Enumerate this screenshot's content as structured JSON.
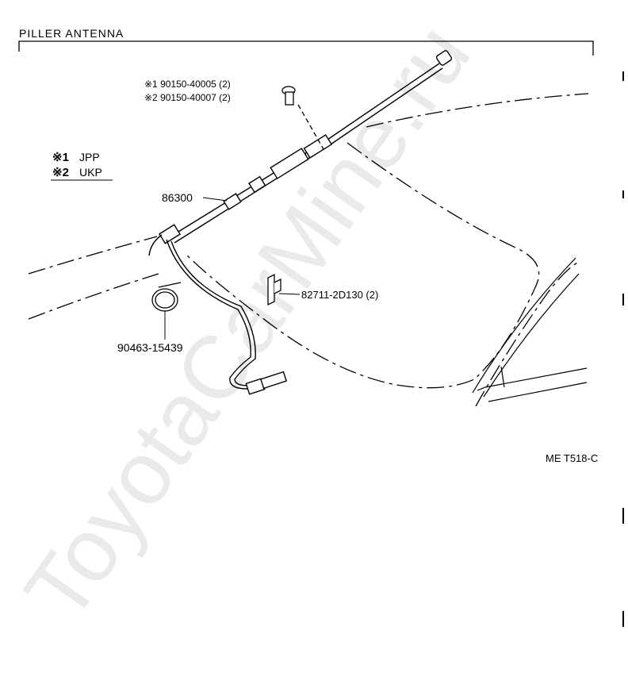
{
  "title": "PILLER  ANTENNA",
  "watermark": "ToyotaCarMine.ru",
  "legend": {
    "item1_mark": "※1",
    "item1_code": "JPP",
    "item2_mark": "※2",
    "item2_code": "UKP"
  },
  "parts": {
    "bolt_line1": "※1 90150-40005 (2)",
    "bolt_line2": "※2 90150-40007 (2)",
    "antenna": "86300",
    "clip": "82711-2D130 (2)",
    "band": "90463-15439"
  },
  "diagram_code": "ME T518-C"
}
